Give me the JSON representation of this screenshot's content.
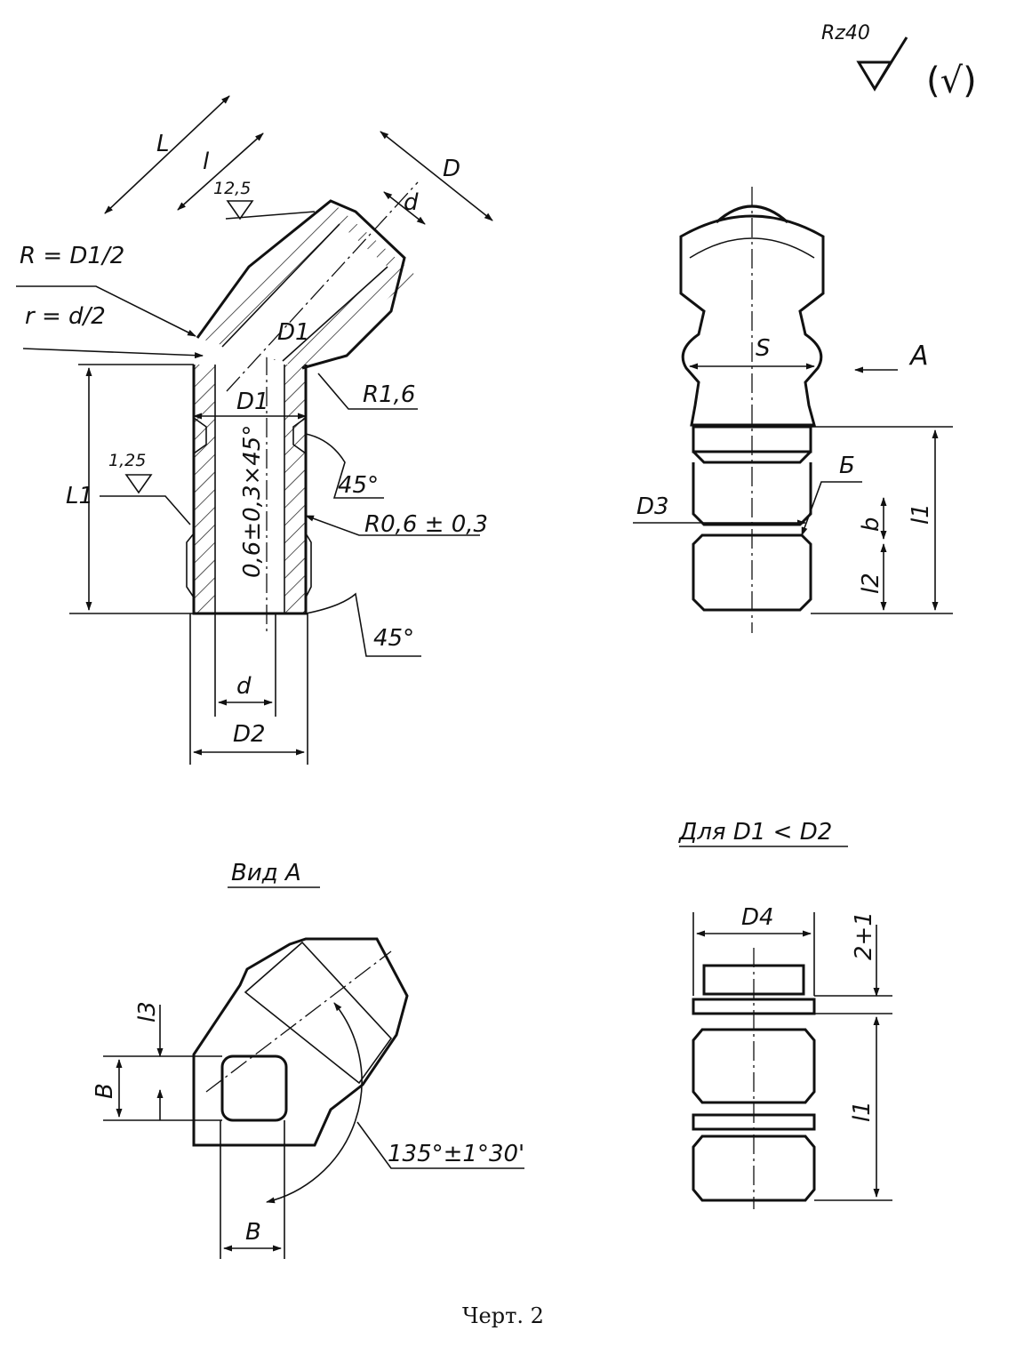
{
  "caption": "Черт. 2",
  "roughness": {
    "general": "Rz40",
    "bracket": "(√)",
    "mark_a": "12,5",
    "mark_b": "1,25"
  },
  "view_top_left": {
    "dims": [
      "L",
      "l",
      "D",
      "d",
      "D1",
      "D1",
      "L1",
      "d",
      "D2"
    ],
    "radius_outer": "R = D1/2",
    "radius_inner": "r = d/2",
    "fillet": "R1,6",
    "chamfer": "0,6±0,3×45°",
    "angle_upper": "45°",
    "angle_lower": "45°",
    "groove_radius": "R0,6 ± 0,3"
  },
  "view_top_right": {
    "dims": [
      "S",
      "D3",
      "l1",
      "b",
      "l2"
    ],
    "view_arrow": "A",
    "section_mark": "Б"
  },
  "view_bottom_left": {
    "title": "Вид A",
    "dims": [
      "l3",
      "B",
      "B"
    ],
    "angle": "135°±1°30'"
  },
  "view_bottom_right": {
    "title": "Для D1 < D2",
    "dims": [
      "D4",
      "2+1",
      "l1"
    ]
  }
}
